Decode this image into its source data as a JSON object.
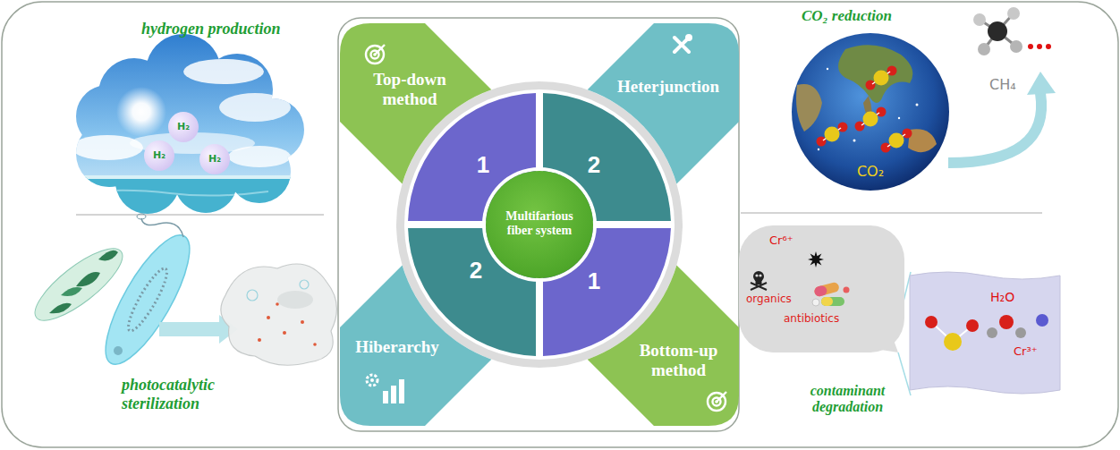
{
  "diagram": {
    "nodes": [
      {
        "text": [
          "H₂"
        ]
      },
      {
        "text": [
          "H₂"
        ]
      },
      {
        "text": [
          "H₂"
        ]
      },
      {
        "text": [
          "Top-down method"
        ]
      },
      {
        "text": [
          "Heterjunction"
        ]
      },
      {
        "text": [
          "1"
        ]
      },
      {
        "text": [
          "2"
        ]
      },
      {
        "text": [
          "Multifarious fiber system"
        ]
      },
      {
        "text": [
          "2"
        ]
      },
      {
        "text": [
          "1"
        ]
      },
      {
        "text": [
          "Hiberarchy"
        ]
      },
      {
        "text": [
          "Bottom-up method"
        ]
      },
      {
        "text": [
          "CO₂"
        ]
      },
      {
        "text": [
          "Cr⁶⁺",
          "organics",
          "antibiotics"
        ]
      },
      {
        "text": [
          "H₂O",
          "Cr³⁺"
        ]
      }
    ],
    "labels": [
      "hydrogen production",
      "photocatalytic sterilization",
      "CO₂ reduction",
      "CH₄",
      "contaminant degradation"
    ]
  }
}
